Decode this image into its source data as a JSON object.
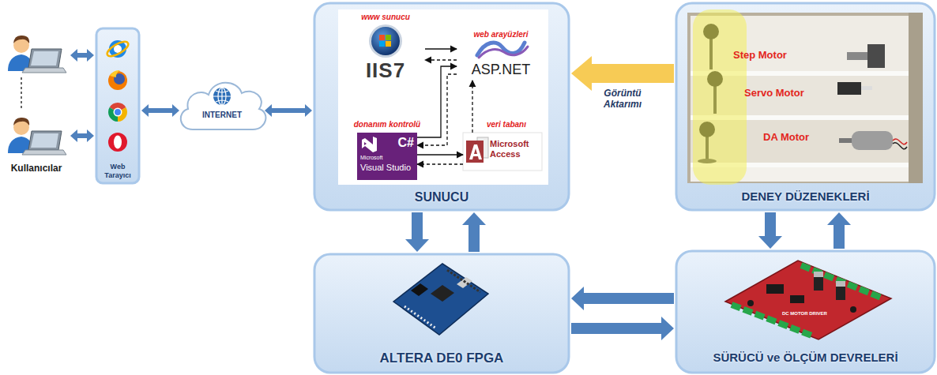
{
  "diagram": {
    "nodes": [
      {
        "text": [
          "Kullanıcılar"
        ]
      },
      {
        "text": [
          "Web Tarayıcı"
        ]
      },
      {
        "text": [
          "INTERNET"
        ]
      },
      {
        "text": [
          "SUNUCU"
        ]
      },
      {
        "text": [
          "www sunucu",
          "IIS7"
        ],
        "in": 3
      },
      {
        "text": [
          "web arayüzleri",
          "ASP.NET"
        ],
        "in": 3
      },
      {
        "text": [
          "donanım kontrolü",
          "C#",
          "Microsoft",
          "Visual Studio"
        ],
        "in": 3
      },
      {
        "text": [
          "veri tabanı",
          "Microsoft Access"
        ],
        "in": 3
      },
      {
        "text": [
          "DENEY DÜZENEKLERİ"
        ]
      },
      {
        "text": [
          "ALTERA DE0 FPGA"
        ]
      },
      {
        "text": [
          "SÜRÜCÜ ve ÖLÇÜM DEVRELERİ"
        ]
      }
    ],
    "edges": [
      {
        "from": 0,
        "to": 1,
        "arrow": "both"
      },
      {
        "from": 0,
        "to": 1,
        "arrow": "both"
      },
      {
        "from": 1,
        "to": 2,
        "arrow": "both"
      },
      {
        "from": 2,
        "to": 3,
        "arrow": "both"
      },
      {
        "from": 4,
        "to": 5,
        "arrow": "to"
      },
      {
        "from": 5,
        "to": 4,
        "arrow": "to"
      },
      {
        "from": 6,
        "to": 5,
        "arrow": "to"
      },
      {
        "from": 5,
        "to": 6,
        "arrow": "to"
      },
      {
        "from": 6,
        "to": 7,
        "arrow": "to"
      },
      {
        "from": 7,
        "to": 6,
        "arrow": "to"
      },
      {
        "from": 7,
        "to": 5,
        "arrow": "to"
      },
      {
        "from": 8,
        "to": 3,
        "label": "Görüntü Aktarımı",
        "arrow": "to"
      },
      {
        "from": 3,
        "to": 9,
        "arrow": "to"
      },
      {
        "from": 9,
        "to": 3,
        "arrow": "to"
      },
      {
        "from": 10,
        "to": 9,
        "arrow": "to"
      },
      {
        "from": 9,
        "to": 10,
        "arrow": "to"
      },
      {
        "from": 8,
        "to": 10,
        "arrow": "to"
      },
      {
        "from": 10,
        "to": 8,
        "arrow": "to"
      }
    ],
    "labels": [
      "Step Motor",
      "Servo Motor",
      "DA Motor",
      "DC MOTOR DRIVER"
    ]
  }
}
